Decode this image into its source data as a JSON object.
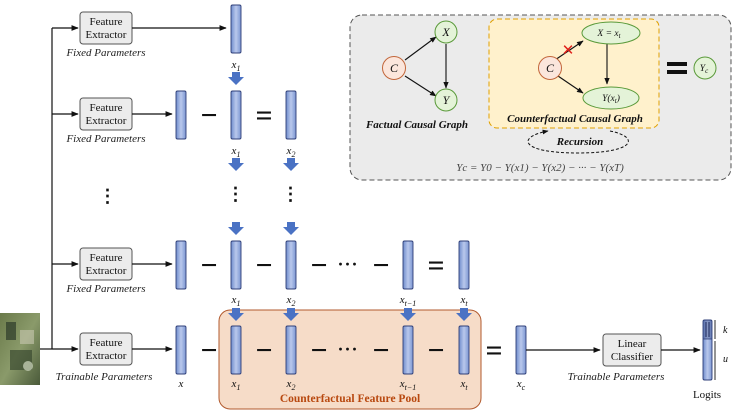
{
  "feature_extractor": {
    "line1": "Feature",
    "line2": "Extractor"
  },
  "params": {
    "fixed": "Fixed Parameters",
    "trainable": "Trainable Parameters"
  },
  "vars": {
    "x": "x",
    "x1": "x",
    "x1_sub": "1",
    "x2": "x",
    "x2_sub": "2",
    "xtm1": "x",
    "xtm1_sub": "t−1",
    "xt": "x",
    "xt_sub": "t",
    "xc": "x",
    "xc_sub": "c"
  },
  "ops": {
    "minus": "−",
    "equals": "=",
    "ellipsis": "···",
    "vdots": "⋮"
  },
  "pool": {
    "label": "Counterfactual Feature Pool"
  },
  "classifier": {
    "line1": "Linear",
    "line2": "Classifier"
  },
  "logits": {
    "label": "Logits",
    "k": "k",
    "u": "u"
  },
  "causal": {
    "factual_caption": "Factual Causal Graph",
    "counterfactual_caption": "Counterfactual Causal Graph",
    "recursion": "Recursion",
    "node_c": "C",
    "node_x": "X",
    "node_y": "Y",
    "node_x_eq": "X = x",
    "node_x_eq_sub": "t",
    "node_yx": "Y(x",
    "node_yx_sub": "t",
    "node_yx_close": ")",
    "result_y": "Y",
    "result_y_sub": "c",
    "equation": "Yc = Y0 − Y(x1) − Y(x2) − ··· − Y(xT)",
    "cut_mark": "✕"
  },
  "colors": {
    "feature_bar_fill": "#8fa6d8",
    "feature_bar_stroke": "#2f3f78",
    "arrow_blue": "#4a72c4",
    "pool_fill": "#f6dcc8",
    "pool_stroke": "#b25a2e",
    "pool_text": "#b8480f",
    "causal_panel_fill": "#ebebeb",
    "counterfactual_fill": "#fff1cc",
    "counterfactual_stroke": "#e0a000",
    "node_green_fill": "#e4f3d8",
    "node_green_stroke": "#5a9a3a",
    "node_orange_fill": "#fbe6dc",
    "node_orange_stroke": "#c2663a",
    "cut_red": "#e0201a"
  }
}
